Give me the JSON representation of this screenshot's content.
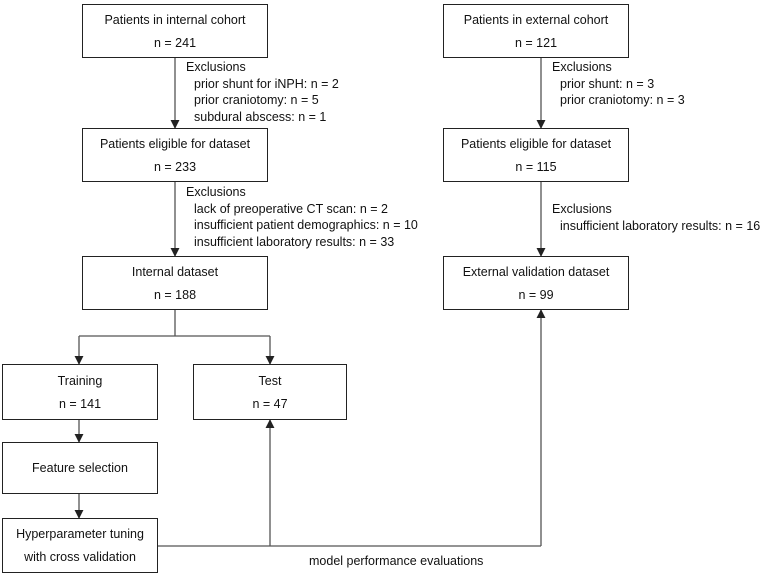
{
  "internal": {
    "cohort": {
      "title": "Patients in internal cohort",
      "count": "n = 241"
    },
    "exclusions1": {
      "heading": "Exclusions",
      "items": [
        "prior shunt for iNPH: n = 2",
        "prior craniotomy: n = 5",
        "subdural abscess: n = 1"
      ]
    },
    "eligible": {
      "title": "Patients eligible for dataset",
      "count": "n = 233"
    },
    "exclusions2": {
      "heading": "Exclusions",
      "items": [
        "lack of preoperative CT scan: n = 2",
        "insufficient patient demographics: n = 10",
        "insufficient laboratory results: n = 33"
      ]
    },
    "dataset": {
      "title": "Internal dataset",
      "count": "n = 188"
    }
  },
  "external": {
    "cohort": {
      "title": "Patients in external cohort",
      "count": "n = 121"
    },
    "exclusions1": {
      "heading": "Exclusions",
      "items": [
        "prior shunt: n = 3",
        "prior craniotomy: n = 3"
      ]
    },
    "eligible": {
      "title": "Patients eligible for dataset",
      "count": "n = 115"
    },
    "exclusions2": {
      "heading": "Exclusions",
      "items": [
        "insufficient laboratory results: n = 16"
      ]
    },
    "validation": {
      "title": "External validation dataset",
      "count": "n = 99"
    }
  },
  "split": {
    "training": {
      "title": "Training",
      "count": "n = 141"
    },
    "test": {
      "title": "Test",
      "count": "n = 47"
    }
  },
  "pipeline": {
    "feature_selection": "Feature selection",
    "tuning_line1": "Hyperparameter tuning",
    "tuning_line2": "with cross validation"
  },
  "evaluation_label": "model performance evaluations"
}
